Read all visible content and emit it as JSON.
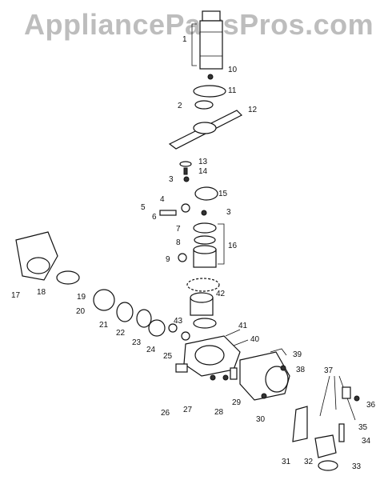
{
  "watermark": "AppliancePartsPros.com",
  "callouts": [
    "1",
    "2",
    "3",
    "4",
    "5",
    "6",
    "7",
    "8",
    "9",
    "10",
    "11",
    "12",
    "13",
    "14",
    "15",
    "16",
    "17",
    "18",
    "19",
    "20",
    "21",
    "22",
    "23",
    "24",
    "25",
    "26",
    "27",
    "28",
    "29",
    "30",
    "31",
    "32",
    "33",
    "34",
    "35",
    "36",
    "37",
    "38",
    "39",
    "40",
    "41",
    "42",
    "43"
  ]
}
